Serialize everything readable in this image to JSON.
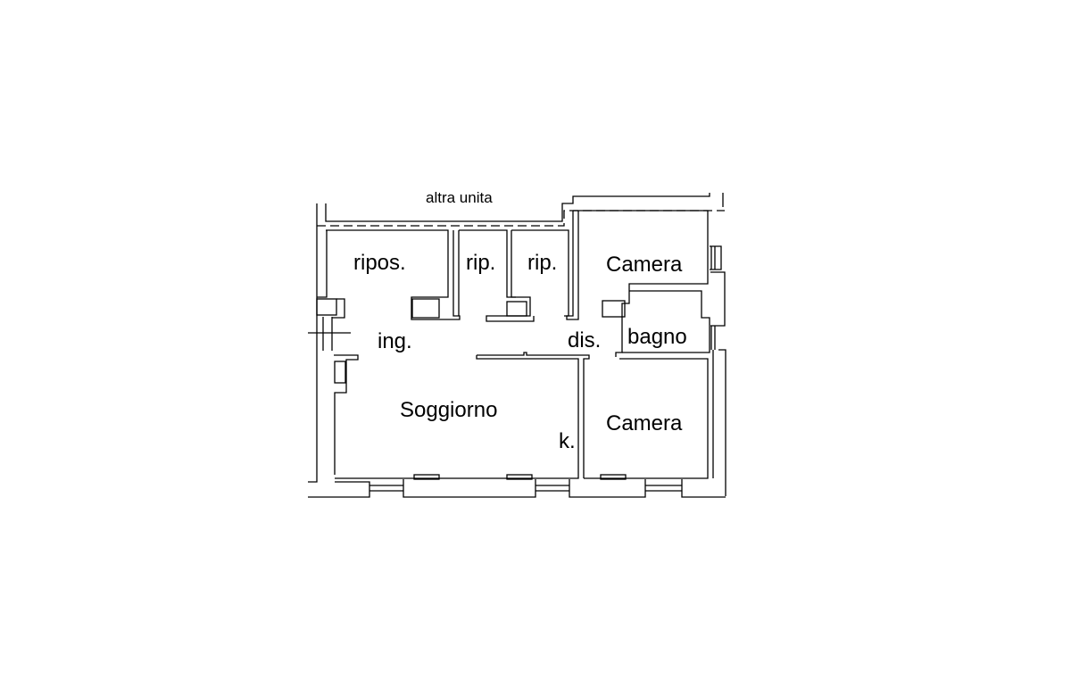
{
  "plan": {
    "top_label": "altra unita",
    "rooms": [
      {
        "id": "ripos",
        "label": "ripos."
      },
      {
        "id": "rip1",
        "label": "rip."
      },
      {
        "id": "rip2",
        "label": "rip."
      },
      {
        "id": "camera1",
        "label": "Camera"
      },
      {
        "id": "bagno",
        "label": "bagno"
      },
      {
        "id": "ing",
        "label": "ing."
      },
      {
        "id": "dis",
        "label": "dis."
      },
      {
        "id": "soggiorno",
        "label": "Soggiorno"
      },
      {
        "id": "k",
        "label": "k."
      },
      {
        "id": "camera2",
        "label": "Camera"
      }
    ]
  },
  "colors": {
    "line": "#000000",
    "background": "#ffffff"
  }
}
